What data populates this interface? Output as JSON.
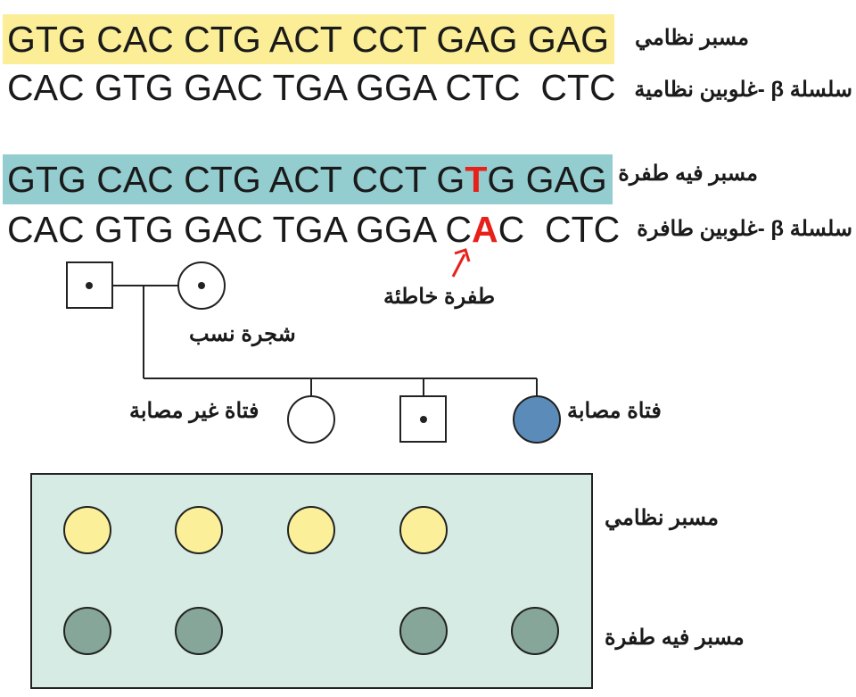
{
  "sequences": {
    "normal_probe": "GTG CAC CTG ACT CCT GAG GAG",
    "normal_strand": "CAC GTG GAC TGA GGA CTC  CTC",
    "mutant_probe_pre": "GTG CAC CTG ACT CCT G",
    "mutant_probe_mut": "T",
    "mutant_probe_post": "G GAG",
    "mutant_strand_pre": "CAC GTG GAC TGA GGA C",
    "mutant_strand_mut": "A",
    "mutant_strand_post": "C  CTC"
  },
  "labels": {
    "normal_probe": "مسبر نظامي",
    "normal_strand": "سلسلة β -غلوبين نظامية",
    "mutant_probe": "مسبر فيه طفرة",
    "mutant_strand": "سلسلة β -غلوبين طافرة",
    "point_mutation": "طفرة خاطئة",
    "pedigree": "شجرة نسب",
    "unaffected_girl": "فتاة غير مصابة",
    "affected_girl": "فتاة مصابة",
    "blot_normal": "مسبر نظامي",
    "blot_mutant": "مسبر فيه طفرة"
  },
  "colors": {
    "normal_probe_bg": "#fbee97",
    "mutant_probe_bg": "#94cdd0",
    "mutation": "#e8201a",
    "affected": "#5b8bb8",
    "blot_bg": "#d6ebe4",
    "normal_dot": "#fbf099",
    "mutant_dot": "#86a69a"
  },
  "blot": {
    "normal_row": [
      true,
      true,
      true,
      true,
      false
    ],
    "mutant_row": [
      true,
      true,
      false,
      true,
      true
    ]
  }
}
